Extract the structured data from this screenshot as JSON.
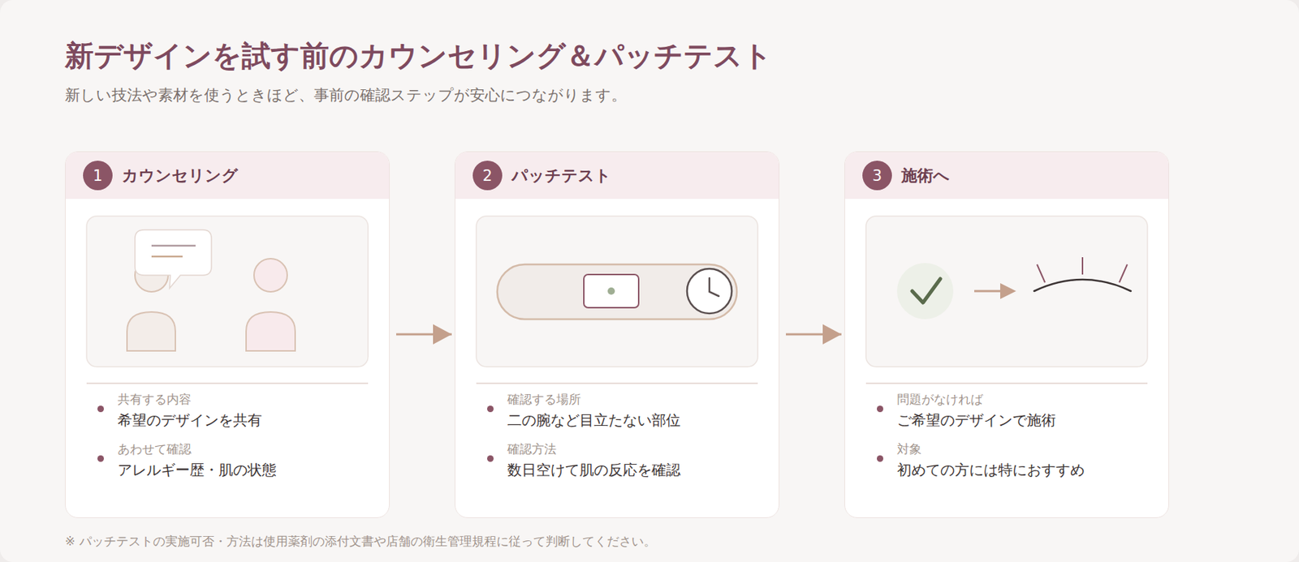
{
  "diagram": {
    "title": "新デザインを試す前のカウンセリング＆パッチテスト",
    "caption": "※ パッチテストの実施可否・方法は使用薬剤の添付文書や店舗の衛生管理規程に従って判断してください。",
    "nodes": [
      {
        "text": [
          "カウンセリング",
          "共有する内容",
          "希望のデザインを共有",
          "あわせて確認",
          "アレルギー歴・肌の状態"
        ]
      },
      {
        "text": [
          "1"
        ],
        "in": 0
      },
      {
        "text": [
          "パッチテスト",
          "確認する場所",
          "二の腕など目立たない部位",
          "確認方法",
          "数日空けて肌の反応を確認"
        ]
      },
      {
        "text": [
          "2"
        ],
        "in": 2
      },
      {
        "text": [
          "施術へ",
          "問題がなければ",
          "ご希望のデザインで施術",
          "対象",
          "初めての方には特におすすめ"
        ]
      },
      {
        "text": [
          "3"
        ],
        "in": 4
      }
    ],
    "edges": [
      {
        "from": 0,
        "to": 2,
        "arrow": "to"
      },
      {
        "from": 2,
        "to": 4,
        "arrow": "to"
      }
    ],
    "labels": [
      "新しい技法や素材を使うときほど、事前の確認ステップが安心につながります。"
    ]
  }
}
